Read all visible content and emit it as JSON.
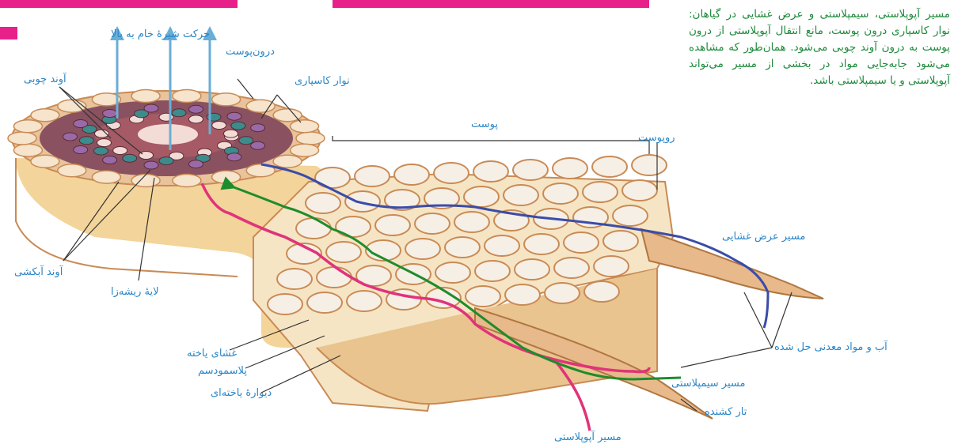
{
  "colors": {
    "label_blue": "#2a86c7",
    "caption_green": "#1f8a3c",
    "brand_pink": "#e8208a",
    "path_apoplast": "#e0337a",
    "path_symplast": "#1e8c2c",
    "path_transmembrane": "#3b4ca8",
    "cell_fill": "#f6efe6",
    "cell_wall": "#c98a54",
    "intercellular": "#f2c85a"
  },
  "caption": {
    "text": "مسیر آپوپلاستی، سیمپلاستی و عرض غشایی در گیاهان: نوار کاسپاری درون پوست، مانع انتقال آپوپلاستی از درون پوست به درون آوند چوبی می‌شود. همان‌طور که مشاهده می‌شود جابه‌جایی مواد در بخشی از مسیر می‌تواند آپوپلاستی و یا سیمپلاستی باشد."
  },
  "labels": {
    "upward_sap": "حرکت شیرهٔ خام به بالا",
    "endodermis": "درون‌پوست",
    "xylem": "آوند چوبی",
    "casparian_strip": "نوار کاسپاری",
    "cortex": "پوست",
    "epidermis": "روپوست",
    "phloem": "آوند آبکشی",
    "pericycle": "لایهٔ ریشه‌زا",
    "cell_membrane": "غشای یاخته",
    "plasmodesma": "پلاسمودسم",
    "cell_wall": "دیوارهٔ یاخته‌ای",
    "transmembrane_route": "مسیر عرض غشایی",
    "water_minerals": "آب و مواد معدنی حل شده",
    "symplast_route": "مسیر سیمپلاستی",
    "root_hair": "تار کشنده",
    "apoplast_route": "مسیر آپوپلاستی"
  }
}
